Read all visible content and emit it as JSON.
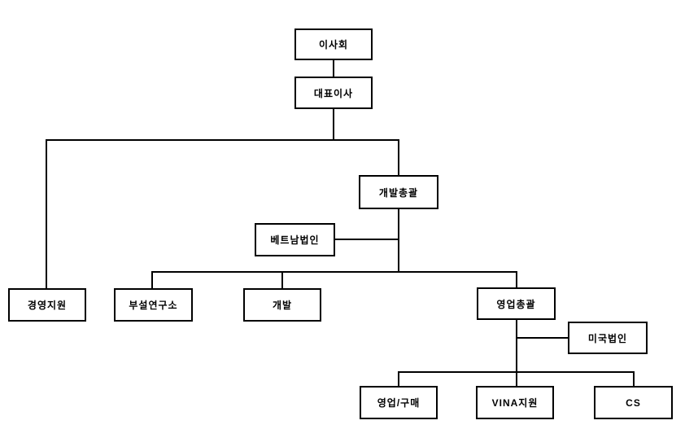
{
  "diagram": {
    "type": "org-chart",
    "line_color": "#000000",
    "box_border_color": "#000000",
    "background_color": "#ffffff",
    "nodes": {
      "board": {
        "label": "이사회"
      },
      "ceo": {
        "label": "대표이사"
      },
      "dev_head": {
        "label": "개발총괄"
      },
      "vietnam": {
        "label": "베트남법인"
      },
      "mgmt_support": {
        "label": "경영지원"
      },
      "research": {
        "label": "부설연구소"
      },
      "dev": {
        "label": "개발"
      },
      "sales_head": {
        "label": "영업총괄"
      },
      "usa": {
        "label": "미국법인"
      },
      "sales_purchase": {
        "label": "영업/구매"
      },
      "vina": {
        "label": "VINA지원"
      },
      "cs": {
        "label": "CS"
      }
    },
    "hierarchy": [
      {
        "parent": "board",
        "child": "ceo"
      },
      {
        "parent": "ceo",
        "child": "mgmt_support"
      },
      {
        "parent": "ceo",
        "child": "dev_head"
      },
      {
        "parent": "dev_head",
        "child": "vietnam",
        "relation": "side-link"
      },
      {
        "parent": "dev_head",
        "child": "research"
      },
      {
        "parent": "dev_head",
        "child": "dev"
      },
      {
        "parent": "dev_head",
        "child": "sales_head"
      },
      {
        "parent": "sales_head",
        "child": "usa",
        "relation": "side-link"
      },
      {
        "parent": "sales_head",
        "child": "sales_purchase"
      },
      {
        "parent": "sales_head",
        "child": "vina"
      },
      {
        "parent": "sales_head",
        "child": "cs"
      }
    ]
  }
}
